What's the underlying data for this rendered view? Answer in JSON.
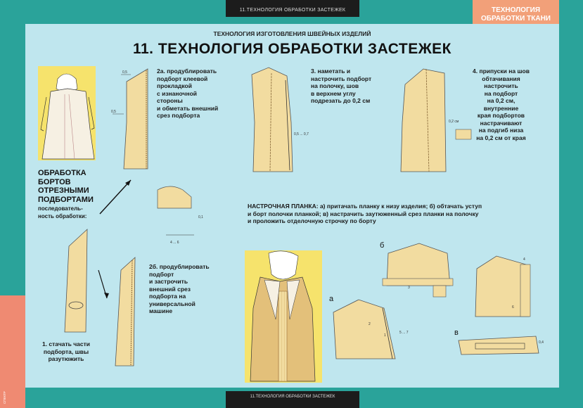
{
  "top_bar": {
    "label": "11.ТЕХНОЛОГИЯ ОБРАБОТКИ ЗАСТЕЖЕК"
  },
  "bottom_bar": {
    "label": "11.ТЕХНОЛОГИЯ ОБРАБОТКИ ЗАСТЕЖЕК"
  },
  "badge": {
    "line1": "ТЕХНОЛОГИЯ",
    "line2": "ОБРАБОТКИ ТКАНИ"
  },
  "publisher_logo": "СПЕКТР",
  "header": {
    "subtitle": "ТЕХНОЛОГИЯ ИЗГОТОВЛЕНИЯ ШВЕЙНЫХ ИЗДЕЛИЙ",
    "title": "11. ТЕХНОЛОГИЯ ОБРАБОТКИ ЗАСТЕЖЕК"
  },
  "left_heading": {
    "lines": [
      "ОБРАБОТКА",
      "БОРТОВ",
      "ОТРЕЗНЫМИ",
      "ПОДБОРТАМИ"
    ],
    "sequence_lines": [
      "последователь-",
      "ность обработки:"
    ]
  },
  "steps": {
    "s1": [
      "1. стачать части",
      "подборта, швы",
      "разутюжить"
    ],
    "s2a": [
      "2а. продублировать",
      "подборт клеевой",
      "прокладкой",
      "с изнаночной",
      "стороны",
      "и обметать внешний",
      "срез подборта"
    ],
    "s2b": [
      "2б. продублировать",
      "подборт",
      "и застрочить",
      "внешний срез",
      "подборта на",
      "универсальной",
      "машине"
    ],
    "s3": [
      "3. наметать и",
      "настрочить подборт",
      "на полочку, шов",
      "в верхнем углу",
      "подрезать до 0,2 см"
    ],
    "s4": [
      "4. припуски на шов",
      "обтачивания",
      "настрочить",
      "на подборт",
      "на 0,2 см,",
      "внутренние",
      "края подбортов",
      "настрачивают",
      "на подгиб низа",
      "на 0,2 см от края"
    ]
  },
  "placket": {
    "lines": [
      "НАСТРОЧНАЯ ПЛАНКА: а) притачать планку к низу изделия; б) обтачать уступ",
      "и борт полочки планкой; в) настрачить заутюженный срез планки на полочку",
      "и проложить отделочную строчку по борту"
    ]
  },
  "figure_labels": {
    "a": "а",
    "b": "б",
    "v": "в"
  },
  "dimensions": {
    "d05": "0,5",
    "d055": "0,5",
    "d0507": "0,5 ... 0,7",
    "d02": "0,2 см",
    "d01": "0,1",
    "d46": "4 ... 6",
    "d2": "2",
    "d1": "1",
    "d3": "3",
    "d4": "4",
    "d6": "6",
    "d04": "0,4",
    "d57": "5 ... 7"
  },
  "colors": {
    "background": "#2aa39a",
    "panel": "#bfe6ee",
    "fabric": "#f2dca0",
    "fabric_dark": "#e3c07a",
    "badge": "#f2a079",
    "bar": "#1c1c1c"
  }
}
